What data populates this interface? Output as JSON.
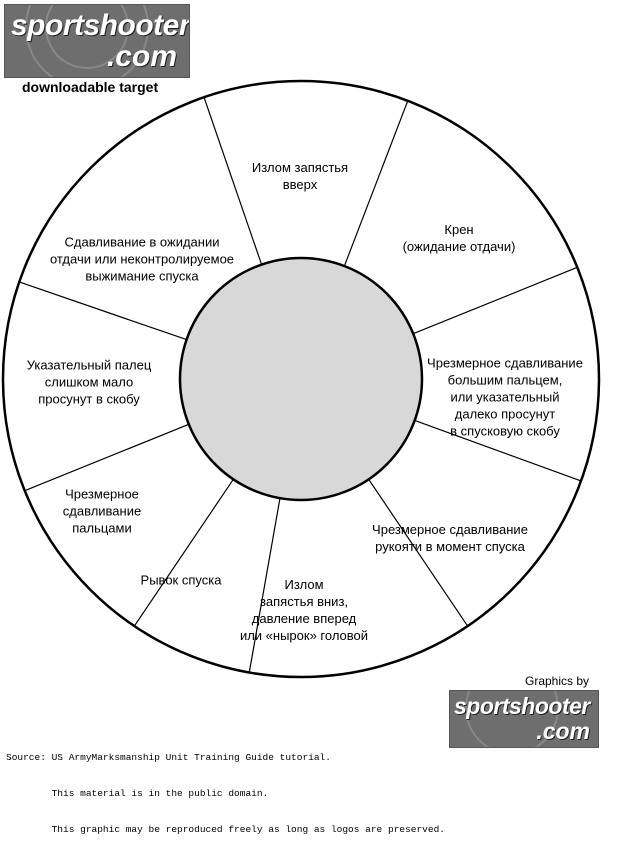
{
  "header": {
    "logo_line1": "sportshooter",
    "logo_line2": ".com",
    "subtitle": "downloadable target"
  },
  "segments": [
    {
      "lines": [
        "Излом запястья",
        "вверх"
      ]
    },
    {
      "lines": [
        "Крен",
        "(ожидание отдачи)"
      ]
    },
    {
      "lines": [
        "Чрезмерное сдавливание",
        "большим пальцем,",
        "или указательный",
        "далеко просунут",
        "в спусковую скобу"
      ]
    },
    {
      "lines": [
        "Чрезмерное сдавливание",
        "рукояти в момент спуска"
      ]
    },
    {
      "lines": [
        "Излом",
        "запястья вниз,",
        "давление вперед",
        "или «нырок» головой"
      ]
    },
    {
      "lines": [
        "Рывок спуска"
      ]
    },
    {
      "lines": [
        "Чрезмерное",
        "сдавливание",
        "пальцами"
      ]
    },
    {
      "lines": [
        "Указательный палец",
        "слишком мало",
        "просунут в скобу"
      ]
    },
    {
      "lines": [
        "Сдавливание в ожидании",
        "отдачи или неконтролируемое",
        "выжимание спуска"
      ]
    }
  ],
  "footer": {
    "graphics_by": "Graphics by",
    "logo_line1": "sportshooter",
    "logo_line2": ".com",
    "source_lines": [
      "Source: US ArmyMarksmanship Unit Training Guide tutorial.",
      "        This material is in the public domain.",
      "        This graphic may be reproduced freely as long as logos are preserved."
    ]
  },
  "colors": {
    "logo_bg": "#6e6e6e",
    "bullseye_fill": "#d8d8d8"
  }
}
